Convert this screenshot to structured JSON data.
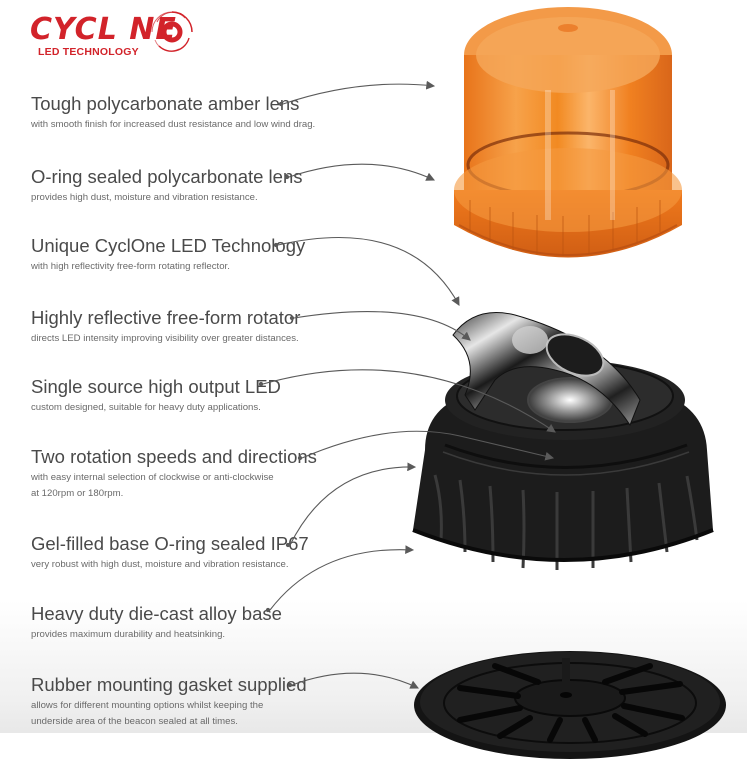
{
  "logo": {
    "wordmark": "CYCL NE",
    "tagline": "LED TECHNOLOGY",
    "brand_color": "#d2232a"
  },
  "features": [
    {
      "title": "Tough polycarbonate amber lens",
      "description": [
        "with smooth finish for increased dust resistance and low wind drag."
      ]
    },
    {
      "title": "O-ring sealed polycarbonate lens",
      "description": [
        "provides high dust, moisture and vibration resistance."
      ]
    },
    {
      "title": "Unique CyclOne LED Technology",
      "description": [
        "with high reflectivity free-form rotating reflector."
      ]
    },
    {
      "title": "Highly reflective free-form rotator",
      "description": [
        "directs LED intensity improving visibility over greater distances."
      ]
    },
    {
      "title": "Single source high output LED",
      "description": [
        "custom designed, suitable for heavy duty applications."
      ]
    },
    {
      "title": "Two rotation speeds and directions",
      "description": [
        "with easy internal selection of clockwise or anti-clockwise",
        "at 120rpm or 180rpm."
      ]
    },
    {
      "title": "Gel-filled base O-ring sealed IP67",
      "description": [
        "very robust with high dust, moisture and vibration resistance."
      ]
    },
    {
      "title": "Heavy duty die-cast alloy base",
      "description": [
        "provides maximum durability and heatsinking."
      ]
    },
    {
      "title": "Rubber mounting gasket supplied",
      "description": [
        "allows for different mounting options whilst keeping the",
        "underside area of the beacon sealed at all times."
      ]
    }
  ],
  "colors": {
    "amber_lens": "#f28a1e",
    "base_black": "#1c1c1c",
    "title_text": "#4a4a4a",
    "desc_text": "#6a6a6a",
    "arrow": "#5a5a5a"
  },
  "products": {
    "lens": "amber-lens-dome",
    "reflector": "chrome-rotating-reflector",
    "base": "black-alloy-base",
    "gasket": "rubber-mounting-gasket"
  }
}
